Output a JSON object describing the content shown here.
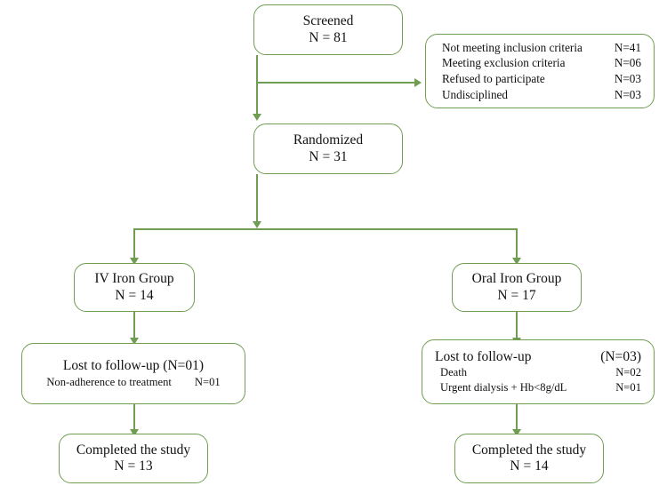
{
  "diagram": {
    "type": "consort-flow-diagram",
    "accent_color": "#6f9e52",
    "background_color": "#ffffff",
    "text_color": "#111111"
  },
  "nodes": {
    "screened": {
      "title": "Screened",
      "count": "N = 81"
    },
    "excluded": {
      "rows": [
        {
          "label": "Not meeting inclusion criteria",
          "value": "N=41"
        },
        {
          "label": "Meeting exclusion criteria",
          "value": "N=06"
        },
        {
          "label": "Refused to participate",
          "value": "N=03"
        },
        {
          "label": "Undisciplined",
          "value": "N=03"
        }
      ]
    },
    "randomized": {
      "title": "Randomized",
      "count": "N = 31"
    },
    "iv_group": {
      "title": "IV Iron Group",
      "count": "N = 14"
    },
    "oral_group": {
      "title": "Oral Iron Group",
      "count": "N = 17"
    },
    "iv_lost": {
      "title": "Lost to follow-up (N=01)",
      "detail_label": "Non-adherence to treatment",
      "detail_value": "N=01"
    },
    "oral_lost": {
      "title": "Lost to follow-up",
      "title_value": "(N=03)",
      "rows": [
        {
          "label": "Death",
          "value": "N=02"
        },
        {
          "label": "Urgent dialysis + Hb<8g/dL",
          "value": "N=01"
        }
      ]
    },
    "iv_completed": {
      "title": "Completed the study",
      "count": "N = 13"
    },
    "oral_completed": {
      "title": "Completed the study",
      "count": "N = 14"
    }
  }
}
